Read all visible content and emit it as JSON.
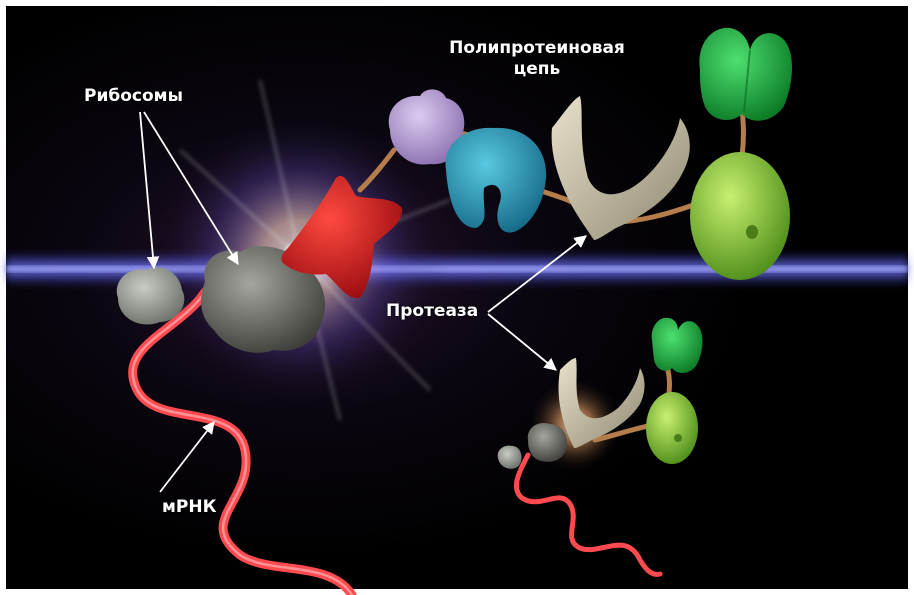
{
  "labels": {
    "ribosomes": "Рибосомы",
    "polyprotein_line1": "Полипротеиновая",
    "polyprotein_line2": "цепь",
    "protease": "Протеаза",
    "mrna": "мРНК"
  },
  "colors": {
    "background": "#000000",
    "frame": "#ffffff",
    "mrna": "#e8232e",
    "ribosome": "#8a8a86",
    "red_protein": "#d8201f",
    "lilac_protein": "#b8a0d8",
    "teal_protein": "#2a9ab8",
    "protease": "#cfc6aa",
    "green_dark": "#1fa83a",
    "green_light": "#8cc834",
    "chain": "#b07a4a",
    "flare": "#6a70ff"
  }
}
